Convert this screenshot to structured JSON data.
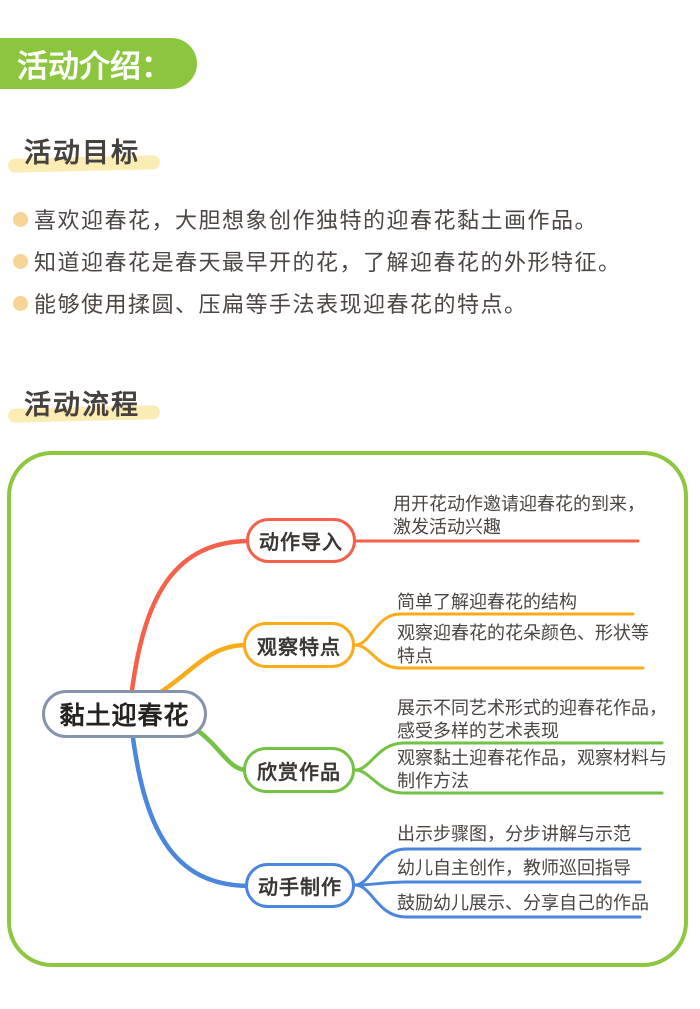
{
  "header": {
    "title": "活动介绍：",
    "bg": "#8CC63F",
    "text_color": "#ffffff"
  },
  "sections": {
    "goals": {
      "title": "活动目标",
      "highlight_color": "#FBECB4",
      "bullet_color": "#F6D495",
      "bullets": [
        "喜欢迎春花，大胆想象创作独特的迎春花黏土画作品。",
        "知道迎春花是春天最早开的花，了解迎春花的外形特征。",
        "能够使用揉圆、压扁等手法表现迎春花的特点。"
      ]
    },
    "process": {
      "title": "活动流程",
      "highlight_color": "#FBECB4"
    }
  },
  "mindmap": {
    "container_border": "#8DC63F",
    "root": {
      "label": "黏土迎春花",
      "border": "#8593AB"
    },
    "branches": [
      {
        "label": "动作导入",
        "color": "#F5604A",
        "leaves": [
          {
            "lines": [
              "用开花动作邀请迎春花的到来，",
              "激发活动兴趣"
            ]
          }
        ]
      },
      {
        "label": "观察特点",
        "color": "#FAAB18",
        "leaves": [
          {
            "lines": [
              "简单了解迎春花的结构"
            ]
          },
          {
            "lines": [
              "观察迎春花的花朵颜色、形状等",
              "特点"
            ]
          }
        ]
      },
      {
        "label": "欣赏作品",
        "color": "#73C243",
        "leaves": [
          {
            "lines": [
              "展示不同艺术形式的迎春花作品，",
              "感受多样的艺术表现"
            ]
          },
          {
            "lines": [
              "观察黏土迎春花作品，观察材料与",
              "制作方法"
            ]
          }
        ]
      },
      {
        "label": "动手制作",
        "color": "#4A86DB",
        "leaves": [
          {
            "lines": [
              "出示步骤图，分步讲解与示范"
            ]
          },
          {
            "lines": [
              "幼儿自主创作，教师巡回指导"
            ]
          },
          {
            "lines": [
              "鼓励幼儿展示、分享自己的作品"
            ]
          }
        ]
      }
    ]
  }
}
